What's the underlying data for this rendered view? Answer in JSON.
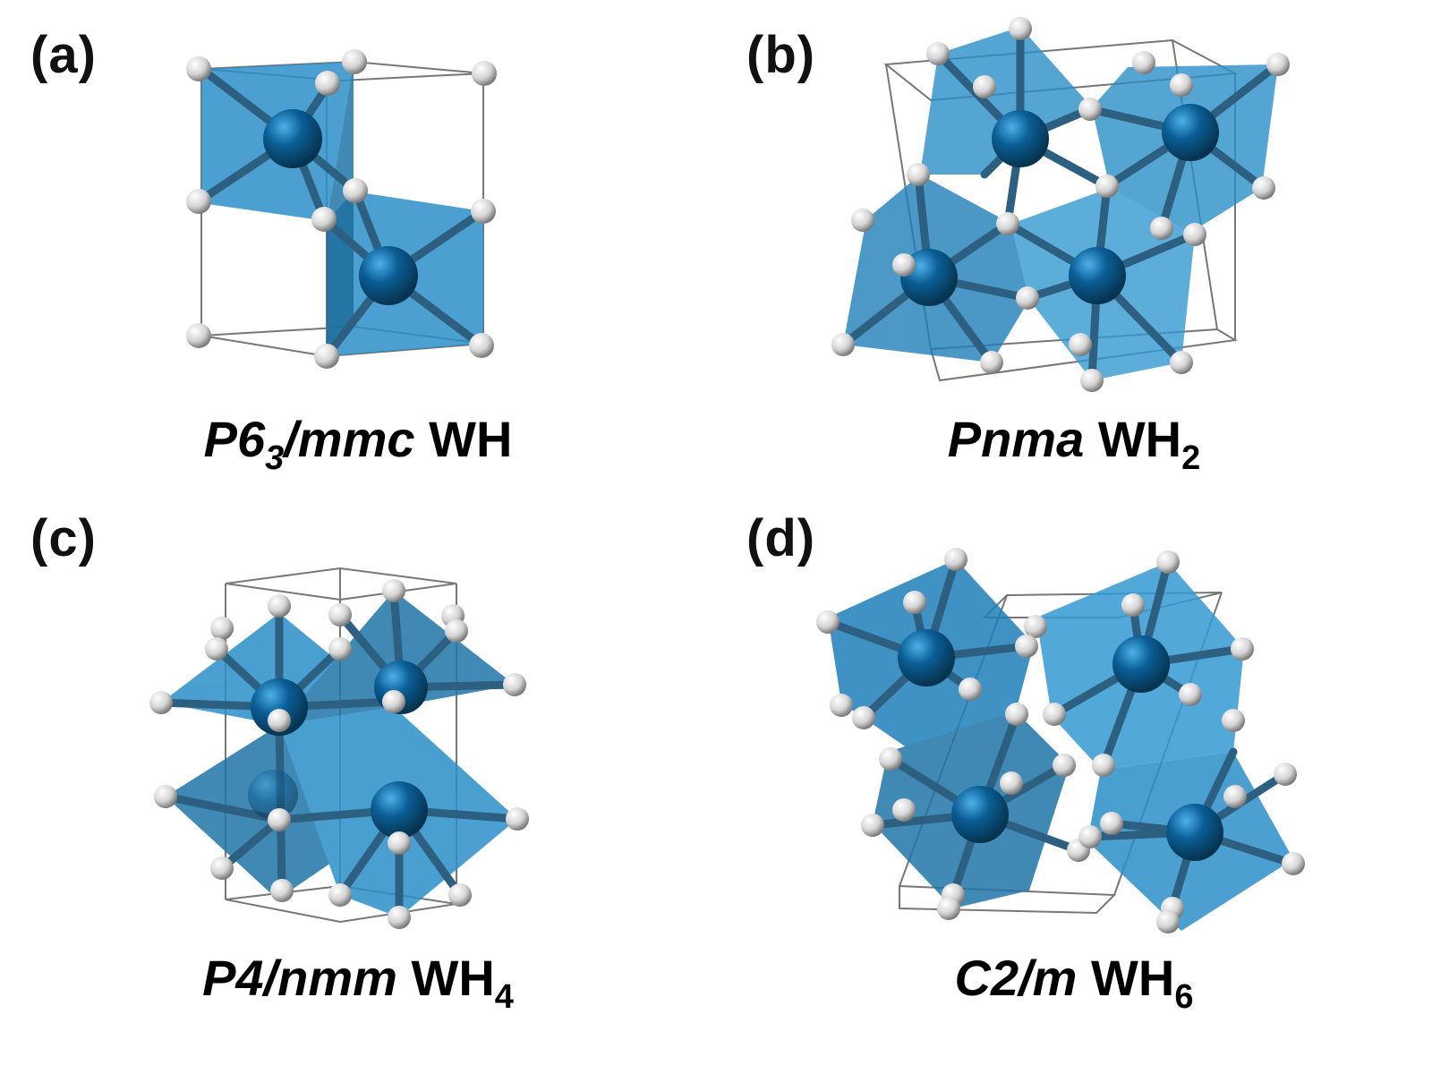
{
  "panels": [
    {
      "label": "(a)",
      "space_group": "P6",
      "sg_sub": "3",
      "sg_rest": "/mmc",
      "formula": "WH",
      "formula_sub": ""
    },
    {
      "label": "(b)",
      "space_group": "Pnma",
      "sg_sub": "",
      "sg_rest": "",
      "formula": "WH",
      "formula_sub": "2"
    },
    {
      "label": "(c)",
      "space_group": "P4/nmm",
      "sg_sub": "",
      "sg_rest": "",
      "formula": "WH",
      "formula_sub": "4"
    },
    {
      "label": "(d)",
      "space_group": "C2/m",
      "sg_sub": "",
      "sg_rest": "",
      "formula": "WH",
      "formula_sub": "6"
    }
  ],
  "colors": {
    "tungsten": "#0a5e96",
    "polyhedron": "#2b8fc9",
    "hydrogen": "#e8e8e8",
    "bond": "#2d5f80",
    "cell": "#777777"
  }
}
